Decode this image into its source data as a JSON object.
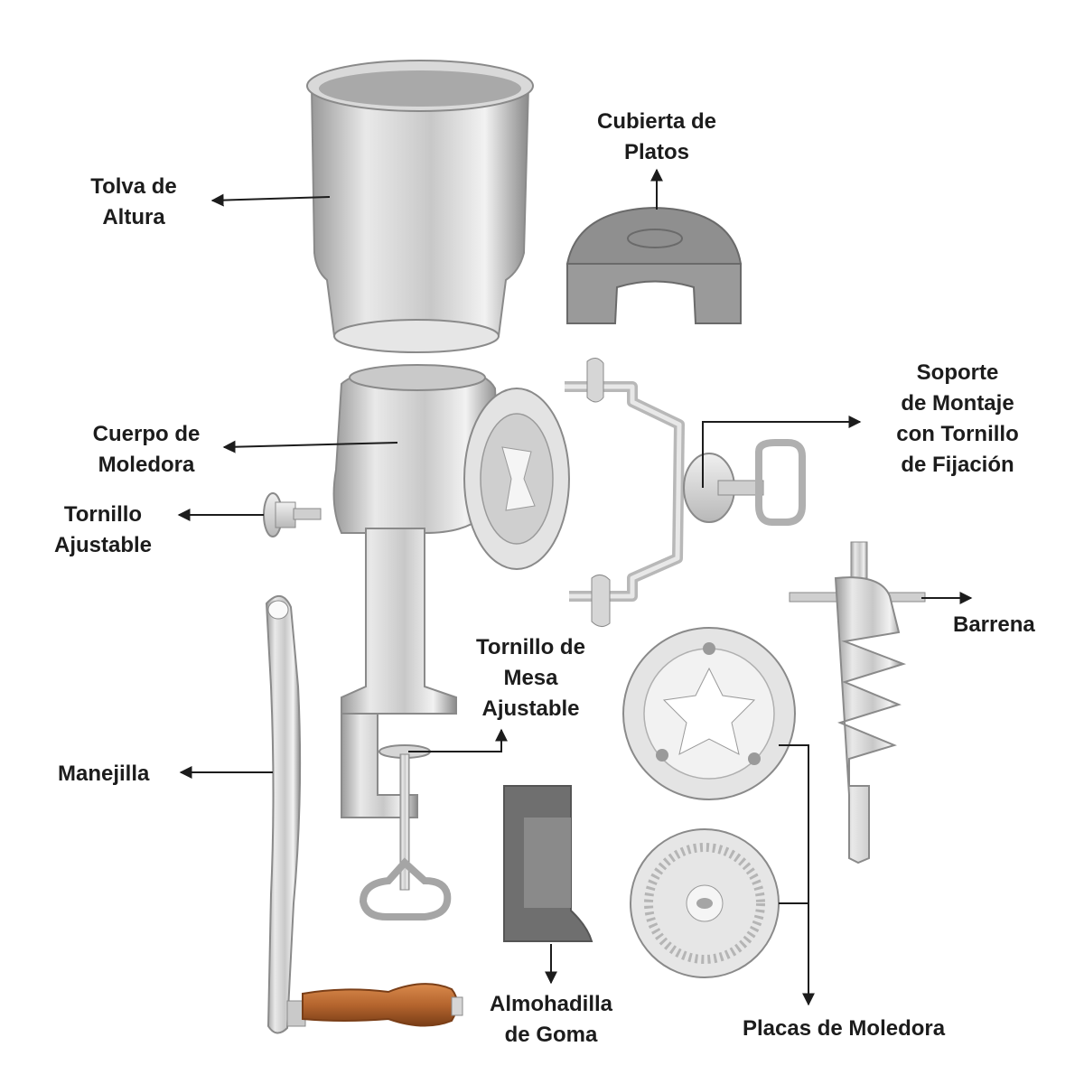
{
  "labels": {
    "tolva": [
      "Tolva de",
      "Altura"
    ],
    "cubierta": [
      "Cubierta de",
      "Platos"
    ],
    "cuerpo": [
      "Cuerpo de",
      "Moledora"
    ],
    "soporte": [
      "Soporte",
      "de Montaje",
      "con Tornillo",
      "de Fijación"
    ],
    "tornillo": [
      "Tornillo",
      "Ajustable"
    ],
    "barrena": [
      "Barrena"
    ],
    "mesa": [
      "Tornillo de",
      "Mesa",
      "Ajustable"
    ],
    "manejilla": [
      "Manejilla"
    ],
    "almohadilla": [
      "Almohadilla",
      "de Goma"
    ],
    "placas": [
      "Placas de Moledora"
    ]
  },
  "colors": {
    "metal_light": "#e6e6e6",
    "metal_mid": "#c4c4c4",
    "metal_dark": "#8e8e8e",
    "rubber": "#6f6f6f",
    "wood": "#b5652e",
    "text": "#1c1c1c"
  }
}
